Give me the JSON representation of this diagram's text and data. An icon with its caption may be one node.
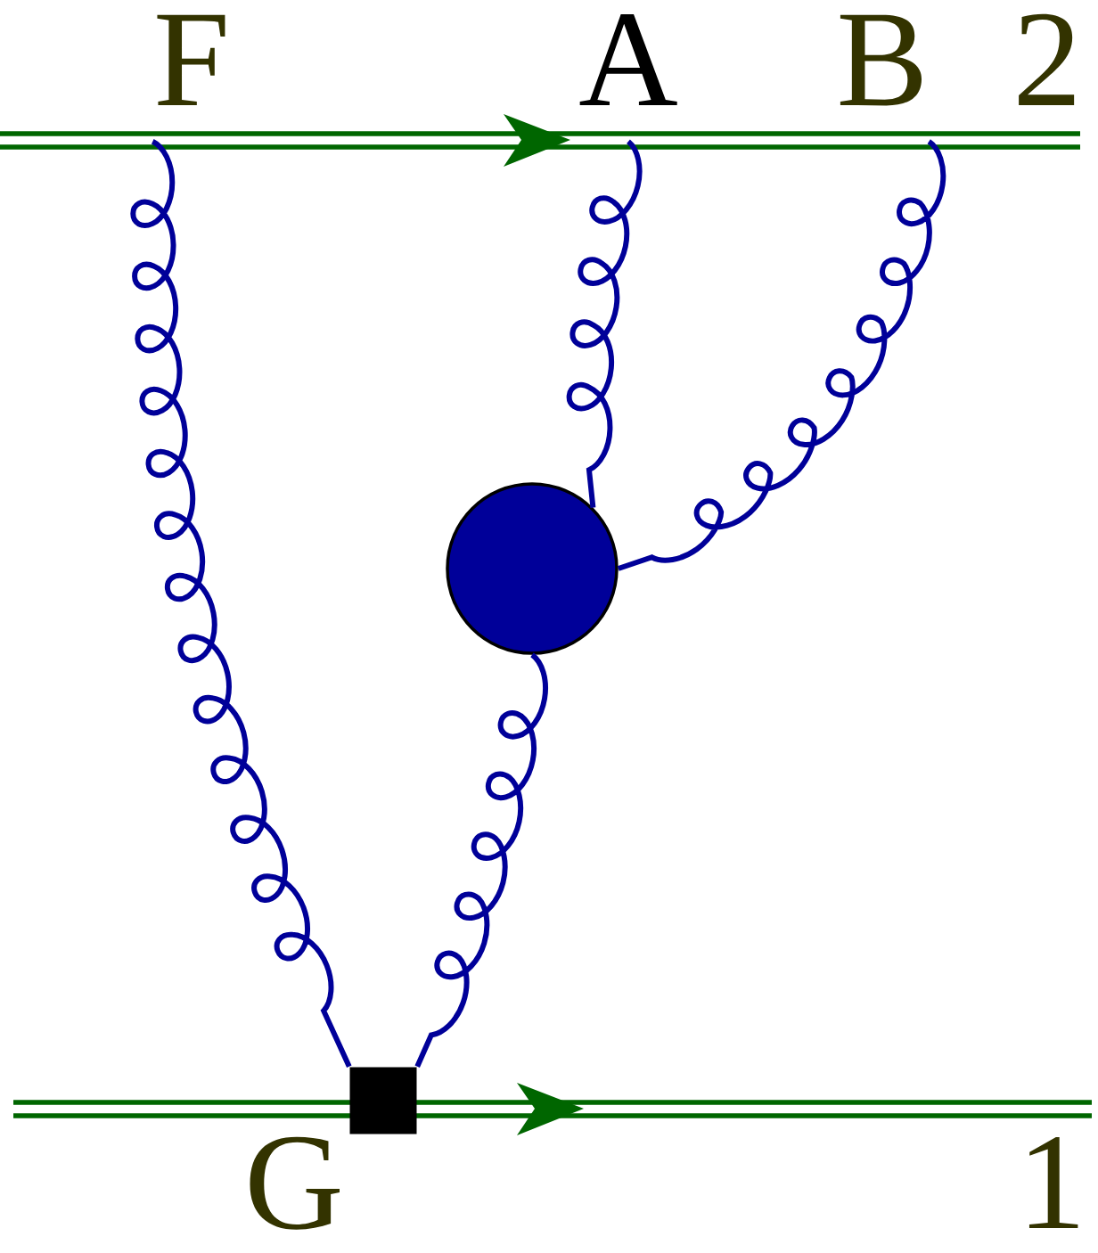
{
  "diagram": {
    "nodes": [
      {
        "text": [
          "F"
        ]
      },
      {
        "text": [
          "A"
        ]
      },
      {
        "text": [
          "B"
        ]
      },
      {
        "text": [],
        "shape": "circle"
      },
      {
        "text": [],
        "shape": "box",
        "beside": [
          "G"
        ]
      }
    ],
    "edges": [
      {
        "from": 0,
        "to": 4,
        "arrow": "none"
      },
      {
        "from": 1,
        "to": 3,
        "arrow": "none"
      },
      {
        "from": 2,
        "to": 3,
        "arrow": "none"
      },
      {
        "from": 3,
        "to": 4,
        "arrow": "none"
      }
    ],
    "labels": [
      "2",
      "1"
    ]
  }
}
